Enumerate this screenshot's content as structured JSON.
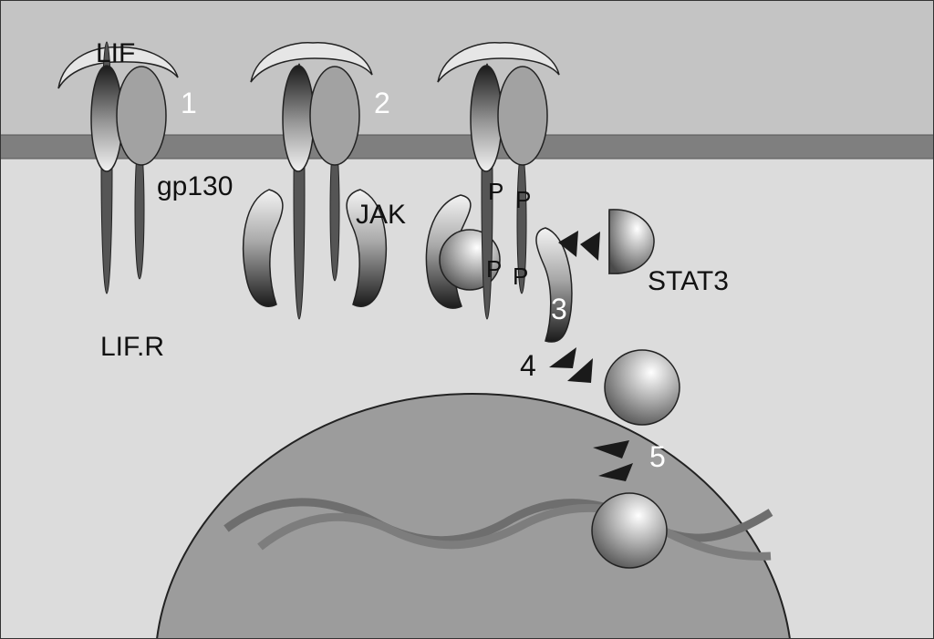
{
  "labels": {
    "lif": "LIF",
    "gp130": "gp130",
    "lifr": "LIF.R",
    "jak": "JAK",
    "stat3": "STAT3",
    "phospho": "P"
  },
  "steps": {
    "s1": "1",
    "s2": "2",
    "s3": "3",
    "s4": "4",
    "s5": "5"
  },
  "colors": {
    "extracellular": "#c4c4c4",
    "membrane": "#7f7f7f",
    "cytoplasm": "#dcdcdc",
    "nucleus": "#9c9c9c",
    "dna": "#6e6e6e",
    "ligand": "#e6e6e6"
  }
}
